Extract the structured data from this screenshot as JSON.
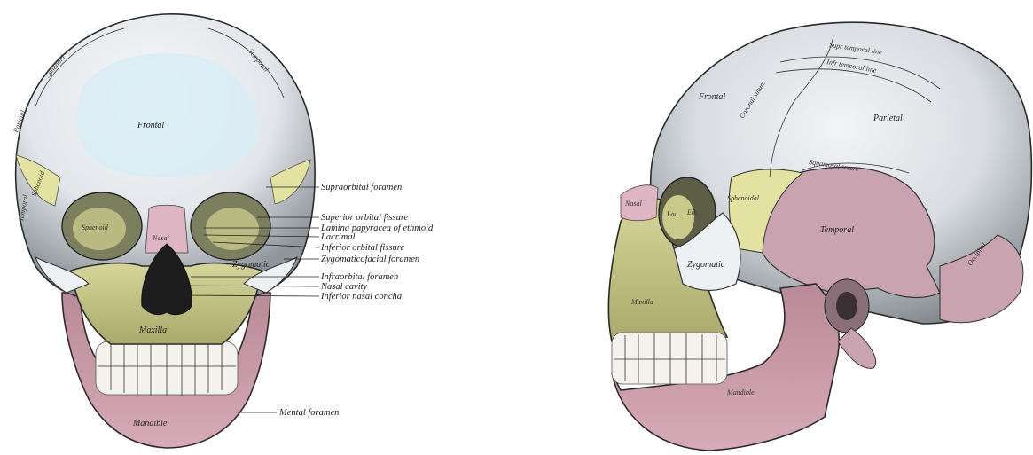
{
  "colors": {
    "bone_white": "#eef1f4",
    "bone_shadow": "#9aa0a6",
    "frontal_blue": "#d8ecf6",
    "maxilla_yellow": "#c9c98a",
    "sphenoid_yellow": "#e4e2a0",
    "temporal_pink": "#c9a3b0",
    "mandible_pink": "#c99aa8",
    "nasal_pink": "#e0b5c3",
    "ink": "#222222"
  },
  "anterior": {
    "bones": {
      "frontal": "Frontal",
      "parietal": "Parietal",
      "sphenoid_top": "Sphenoid",
      "temporal_top": "Temporal",
      "temporal_side": "Temporal",
      "sphenoid_side": "Sphenoid",
      "sphenoid_orbit": "Sphenoid",
      "nasal": "Nasal",
      "zygomatic": "Zygomatic",
      "maxilla": "Maxilla",
      "mandible": "Mandible"
    },
    "callouts": [
      "Supraorbital foramen",
      "Superior orbital fissure",
      "Lamina papyracea of ethmoid",
      "Lacrimal",
      "Inferior orbital fissure",
      "Zygomaticofacial foramen",
      "Infraorbital foramen",
      "Nasal cavity",
      "Inferior nasal concha",
      "Mental foramen"
    ]
  },
  "lateral": {
    "bones": {
      "frontal": "Frontal",
      "parietal": "Parietal",
      "temporal": "Temporal",
      "sphenoidal": "Sphenoidal",
      "zygomatic": "Zygomatic",
      "maxilla": "Maxilla",
      "mandible": "Mandible",
      "nasal": "Nasal",
      "lacrimal": "Lac.",
      "ethmoid": "Eth.",
      "occipital": "Occipital"
    },
    "sutures": {
      "coronal": "Coronal suture",
      "squamosal": "Squamosal suture",
      "sup_temporal_line": "Supr temporal line",
      "infr_temporal_line": "Infr temporal line"
    }
  }
}
